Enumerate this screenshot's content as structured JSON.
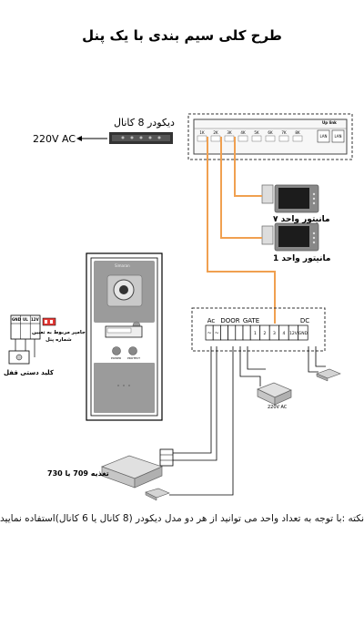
{
  "title": "طرح کلی سیم بندی با یک پنل",
  "decoder": {
    "label": "دیکودر 8 کانال",
    "power": "220V AC",
    "box_header": "Up link",
    "ports": [
      "1K",
      "2K",
      "3K",
      "4K",
      "5K",
      "6K",
      "7K",
      "8K"
    ],
    "lan_ports": [
      "LAN",
      "LAN"
    ]
  },
  "monitors": [
    {
      "label": "مانیتور واحد ۷"
    },
    {
      "label": "مانیتور واحد 1"
    }
  ],
  "panel": {
    "brand": "Simaran",
    "indicators": [
      "POWER",
      "PROTECT"
    ]
  },
  "terminal": {
    "groups": [
      "Ac",
      "DOOR",
      "GATE",
      "DC"
    ],
    "numbers": [
      "1",
      "2",
      "3",
      "4",
      "12V",
      "GND"
    ]
  },
  "lock": {
    "terminals": [
      "GND",
      "UL",
      "12V"
    ],
    "label": "کلید دستی قفل",
    "jumper_label_1": "جامپر مربوط به تعیین",
    "jumper_label_2": "شماره پنل"
  },
  "power_supply": {
    "label": "220V AC"
  },
  "adapter": {
    "label": "تغذیه 709 یا 730"
  },
  "note": "نکته :با توجه به تعداد واحد می توانید از هر دو مدل دیکودر (8 کانال یا 6 کانال)استفاده نمایید."
}
